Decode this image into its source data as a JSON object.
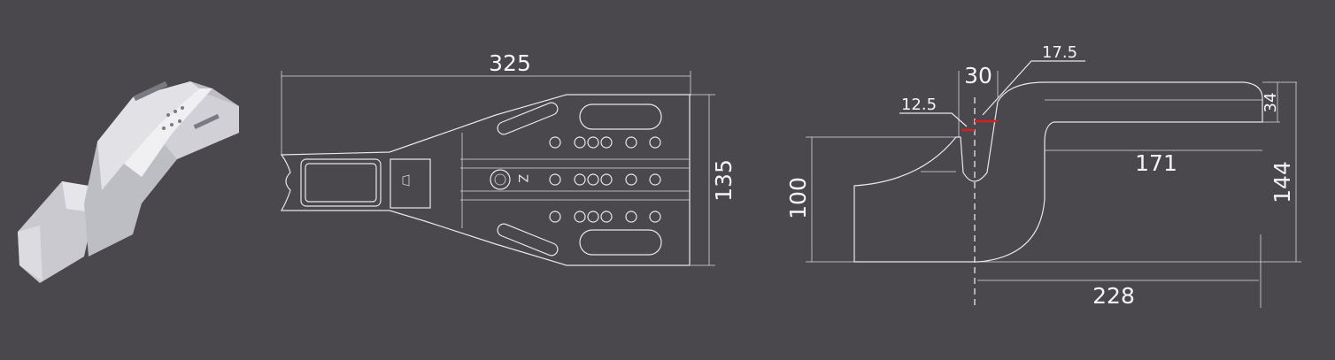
{
  "render": {
    "name": "3d-product-render"
  },
  "top_view": {
    "length": "325",
    "width": "135",
    "mark": "Z"
  },
  "side_view": {
    "height_left": "100",
    "slot_width": "30",
    "offset_right": "17.5",
    "offset_left": "12.5",
    "top_length": "171",
    "total_height": "144",
    "top_thickness": "34",
    "total_length": "228"
  },
  "colors": {
    "background": "#4a474d",
    "line": "#e8e8ea",
    "accent": "#d42020"
  }
}
